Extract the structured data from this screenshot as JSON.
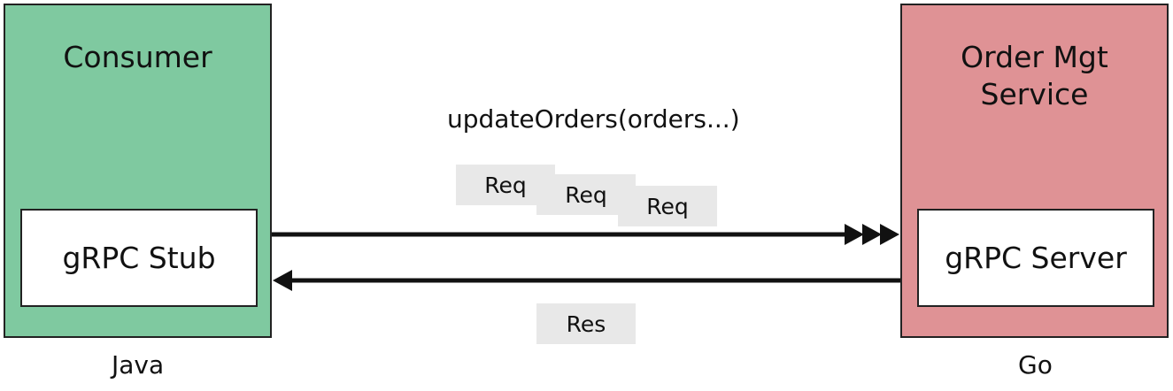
{
  "consumer": {
    "title": "Consumer",
    "component": "gRPC Stub",
    "language": "Java",
    "color": "#7fc9a0"
  },
  "server": {
    "title": "Order Mgt\nService",
    "component": "gRPC Server",
    "language": "Go",
    "color": "#df9295"
  },
  "method_call": "updateOrders(orders...)",
  "requests": [
    "Req",
    "Req",
    "Req"
  ],
  "response": "Res"
}
